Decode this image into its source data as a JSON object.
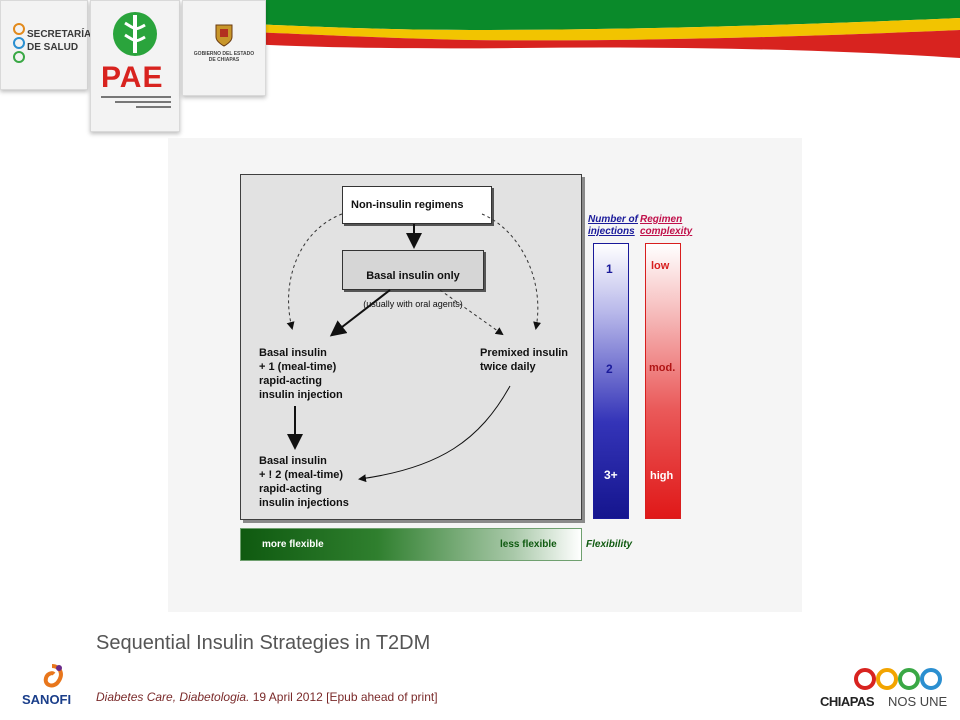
{
  "header": {
    "secretaria_line1": "SECRETARÍA",
    "secretaria_line2": "DE SALUD",
    "pae_logo": "PAE",
    "gobierno_text": "GOBIERNO DEL ESTADO DE CHIAPAS"
  },
  "diagram": {
    "top_node": "Non-insulin regimens",
    "basal_node_line1": "Basal insulin only",
    "basal_node_line2": "(usually with oral agents)",
    "left_mid_node": "Basal insulin\n+ 1 (meal-time)\nrapid-acting\ninsulin injection",
    "right_mid_node": "Premixed insulin\ntwice daily",
    "bottom_node": "Basal insulin\n+ ! 2 (meal-time)\nrapid-acting\ninsulin injections"
  },
  "injections_scale": {
    "header_line1": "Number of",
    "header_line2": "injections",
    "levels": [
      "1",
      "2",
      "3+"
    ],
    "color": "#1a1a9a"
  },
  "complexity_scale": {
    "header_line1": "Regimen",
    "header_line2": "complexity",
    "levels": [
      "low",
      "mod.",
      "high"
    ],
    "color": "#d81e1e"
  },
  "flexibility": {
    "left_label": "more flexible",
    "right_label": "less flexible",
    "axis_label": "Flexibility"
  },
  "caption": {
    "title": "Sequential Insulin Strategies in T2DM",
    "citation_italic": "Diabetes Care, Diabetologia.",
    "citation_rest": " 19 April 2012 [Epub ahead of print]"
  },
  "footer": {
    "sanofi": "SANOFI",
    "chiapas": "CHIAPAS",
    "nos_une": "NOS UNE"
  },
  "colors": {
    "ribbon_green": "#0a8a2a",
    "ribbon_yellow": "#f2c400",
    "ribbon_red": "#d8231f",
    "flex_green": "#0f5a10"
  }
}
